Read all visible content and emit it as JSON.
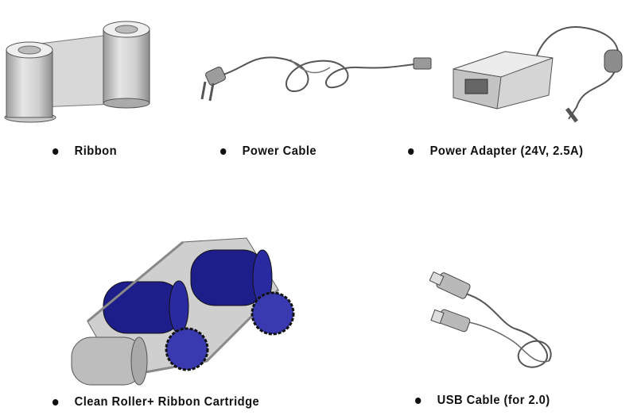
{
  "items": [
    {
      "id": "ribbon",
      "label": "Ribbon",
      "icon": "ribbon-icon"
    },
    {
      "id": "power-cable",
      "label": "Power Cable",
      "icon": "power-cable-icon"
    },
    {
      "id": "power-adapter",
      "label": "Power Adapter (24V, 2.5A)",
      "icon": "power-adapter-icon"
    },
    {
      "id": "clean-roller",
      "label": "Clean Roller+ Ribbon Cartridge",
      "icon": "ribbon-cartridge-icon"
    },
    {
      "id": "usb-cable",
      "label": "USB Cable (for 2.0)",
      "icon": "usb-cable-icon"
    }
  ],
  "colors": {
    "text": "#111111",
    "roller": "#1e1e8a",
    "frame": "#bfbfbf"
  }
}
